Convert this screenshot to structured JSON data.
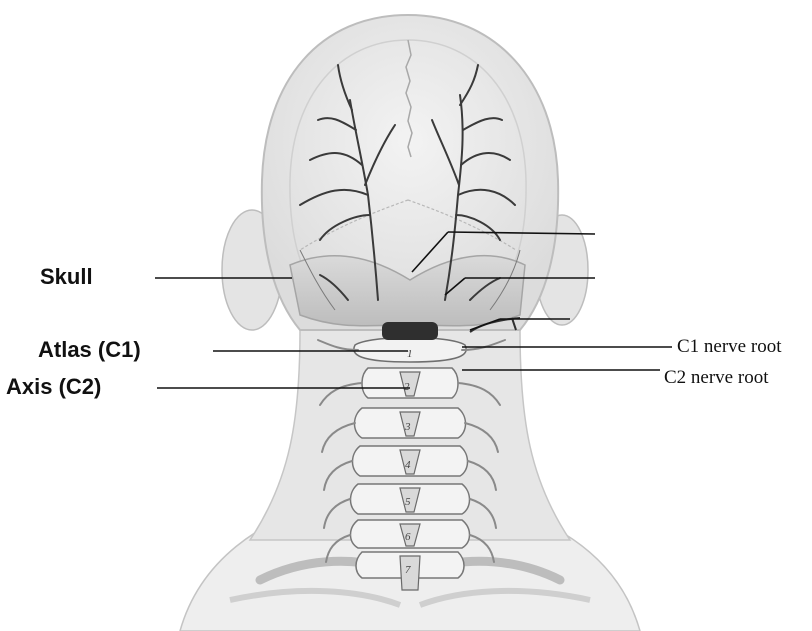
{
  "labels": {
    "skull": "Skull",
    "atlas": "Atlas (C1)",
    "axis": "Axis (C2)",
    "c1_root": "C1 nerve root",
    "c2_root": "C2 nerve root"
  },
  "vertebra_numbers": [
    "1",
    "2",
    "3",
    "4",
    "5",
    "6",
    "7"
  ],
  "colors": {
    "skin": "#ececec",
    "skin_outline": "#b9b9b9",
    "bone": "#f4f4f4",
    "bone_shadow": "#9a9a9a",
    "nerve": "#3a3a3a",
    "leader": "#111111"
  }
}
